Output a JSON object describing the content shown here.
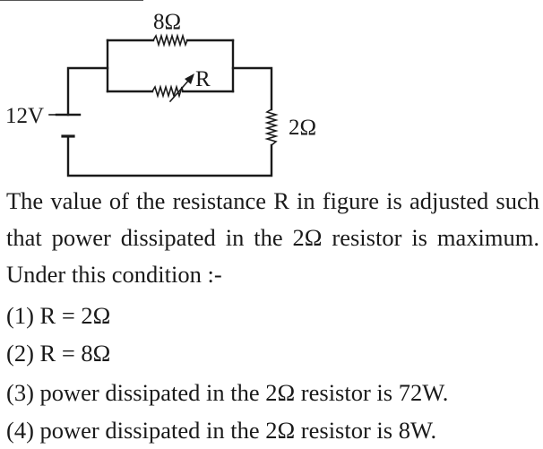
{
  "circuit": {
    "battery_label": "12V",
    "top_resistor_label": "8Ω",
    "variable_resistor_label": "R",
    "right_resistor_label": "2Ω"
  },
  "question": {
    "text": "The value of the resistance R in figure is adjusted such that power dissipated in the 2Ω resistor is maximum. Under this condition :-"
  },
  "options": [
    "(1) R = 2Ω",
    "(2) R = 8Ω",
    "(3) power dissipated in the 2Ω resistor is 72W.",
    "(4) power dissipated in the 2Ω resistor is 8W."
  ]
}
